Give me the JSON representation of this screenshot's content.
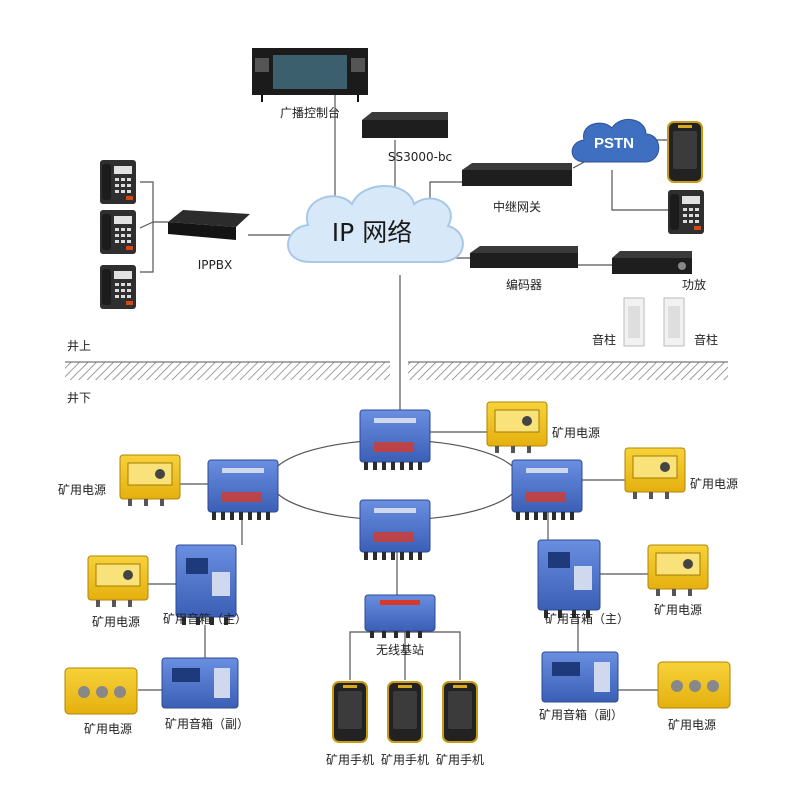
{
  "labels": {
    "console": "广播控制台",
    "server": "SS3000-bc",
    "ip_network": "IP 网络",
    "pstn": "PSTN",
    "relay_gateway": "中继网关",
    "ippbx": "IPPBX",
    "encoder": "编码器",
    "amplifier": "功放",
    "speaker_column_1": "音柱",
    "speaker_column_2": "音柱",
    "above_ground": "井上",
    "underground": "井下",
    "power_top": "矿用电源",
    "power_left": "矿用电源",
    "power_right": "矿用电源",
    "power_mid_left": "矿用电源",
    "power_bottom_left": "矿用电源",
    "power_mid_right": "矿用电源",
    "power_bottom_right": "矿用电源",
    "speaker_main_left": "矿用音箱（主）",
    "speaker_sub_left": "矿用音箱（副）",
    "speaker_main_right": "矿用音箱（主）",
    "speaker_sub_right": "矿用音箱（副）",
    "wireless_base": "无线基站",
    "phone_1": "矿用手机",
    "phone_2": "矿用手机",
    "phone_3": "矿用手机"
  },
  "colors": {
    "line": "#555555",
    "blue_box": "#4a6fc4",
    "yellow_box": "#f2c21b",
    "cloud": "#cfe4f7",
    "pstn_cloud": "#3f6fc0",
    "hatch": "#666666"
  }
}
